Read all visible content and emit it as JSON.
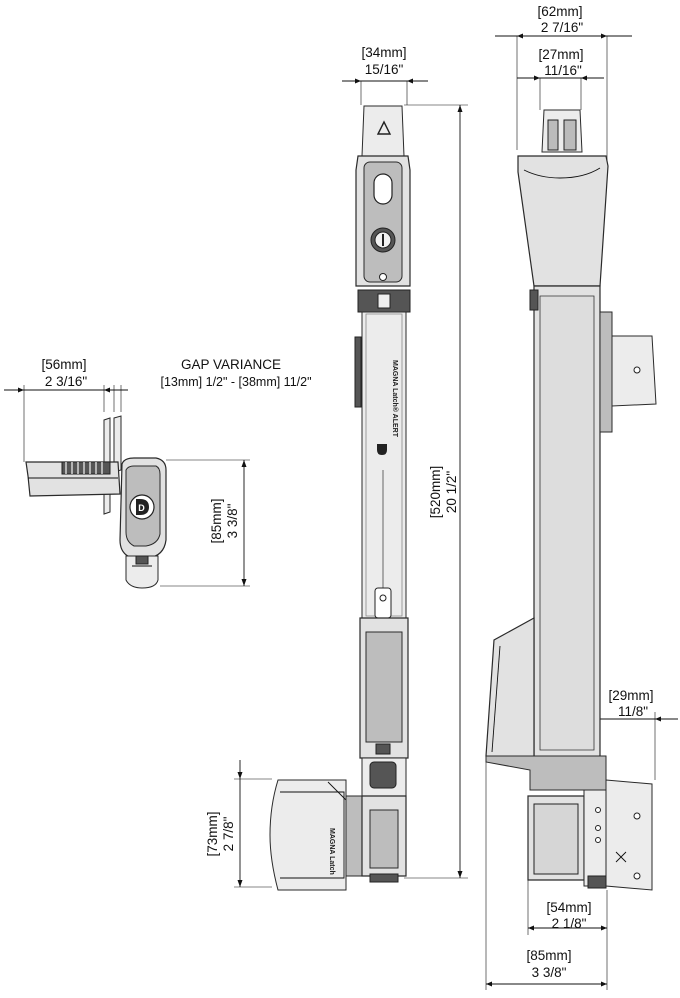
{
  "dimensions": {
    "top_width": {
      "mm": "[62mm]",
      "inch": "2 7/16\""
    },
    "key_width": {
      "mm": "[27mm]",
      "inch": "11/16\""
    },
    "bar_width": {
      "mm": "[34mm]",
      "inch": "15/16\""
    },
    "total_length": {
      "mm": "[520mm]",
      "inch": "20 1/2\""
    },
    "left_depth": {
      "mm": "[56mm]",
      "inch": "2 3/16\""
    },
    "gap_variance": {
      "label": "GAP VARIANCE",
      "value": "[13mm] 1/2\"  - [38mm] 11/2\""
    },
    "left_height": {
      "mm": "[85mm]",
      "inch": "3 3/8\""
    },
    "keeper_height": {
      "mm": "[73mm]",
      "inch": "2 7/8\""
    },
    "right_offset": {
      "mm": "[29mm]",
      "inch": "11/8\""
    },
    "bottom_inner": {
      "mm": "[54mm]",
      "inch": "2 1/8\""
    },
    "bottom_outer": {
      "mm": "[85mm]",
      "inch": "3 3/8\""
    }
  },
  "branding": {
    "bar_label": "MAGNA Latch® ALERT",
    "keeper_label": "MAGNA Latch",
    "logo_letter": "D"
  }
}
